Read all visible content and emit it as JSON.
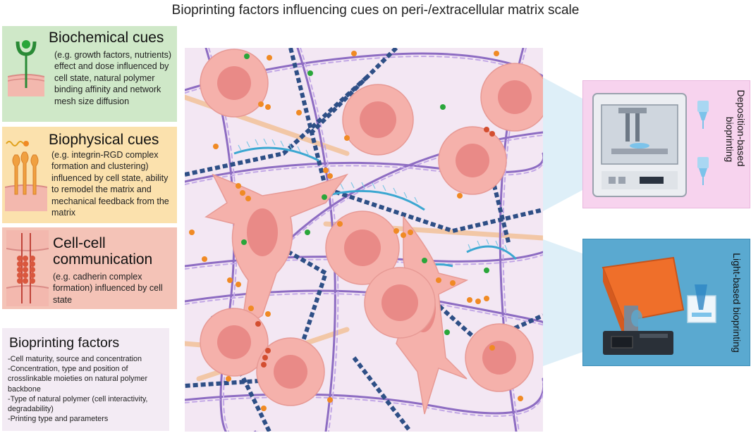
{
  "title": "Bioprinting factors influencing cues on peri-/extracellular matrix scale",
  "panels": {
    "biochemical": {
      "title": "Biochemical cues",
      "text": "(e.g. growth factors, nutrients) effect and dose influenced by cell state, natural polymer binding affinity and network mesh size diffusion",
      "color": "#cfe8c8"
    },
    "biophysical": {
      "title": "Biophysical cues",
      "text": "(e.g. integrin-RGD complex formation and clustering) influenced by cell state, ability to remodel the matrix and mechanical feedback from the matrix",
      "color": "#fbe1ad"
    },
    "cellcell": {
      "title_line1": "Cell-cell",
      "title_line2": "communication",
      "text": "(e.g. cadherin complex formation) influenced by cell state",
      "color": "#f4c3b7"
    },
    "factors": {
      "title": "Bioprinting factors",
      "items": [
        "-Cell maturity, source and concentration",
        "-Concentration, type and position of crosslinkable moieties on natural polymer backbone",
        "-Type of natural polymer (cell interactivity, degradability)",
        "-Printing type and parameters"
      ],
      "color": "#f3ebf4"
    }
  },
  "printers": {
    "deposition": {
      "label": "Deposition-based bioprinting",
      "line1": "Deposition-based",
      "line2": "bioprinting",
      "color": "#f7d3ee"
    },
    "light": {
      "label": "Light-based bioprinting",
      "color": "#5aa9d0"
    }
  },
  "icons": [
    "growth-factor-receptor-icon",
    "integrin-icon",
    "cadherin-icon",
    "extrusion-printer-icon",
    "nozzle-icon",
    "dlp-printer-icon",
    "vat-icon"
  ],
  "colors": {
    "matrix_bg": "#f3e7f3",
    "cell": "#f5b1ab",
    "nucleus": "#e98a87",
    "collagen": "#9b7fc6",
    "fiber_blue": "#2e4f86",
    "fiber_cyan": "#3ba7d1",
    "binding_dot": "#f08a24",
    "nutrient_dot": "#2aa63a"
  }
}
